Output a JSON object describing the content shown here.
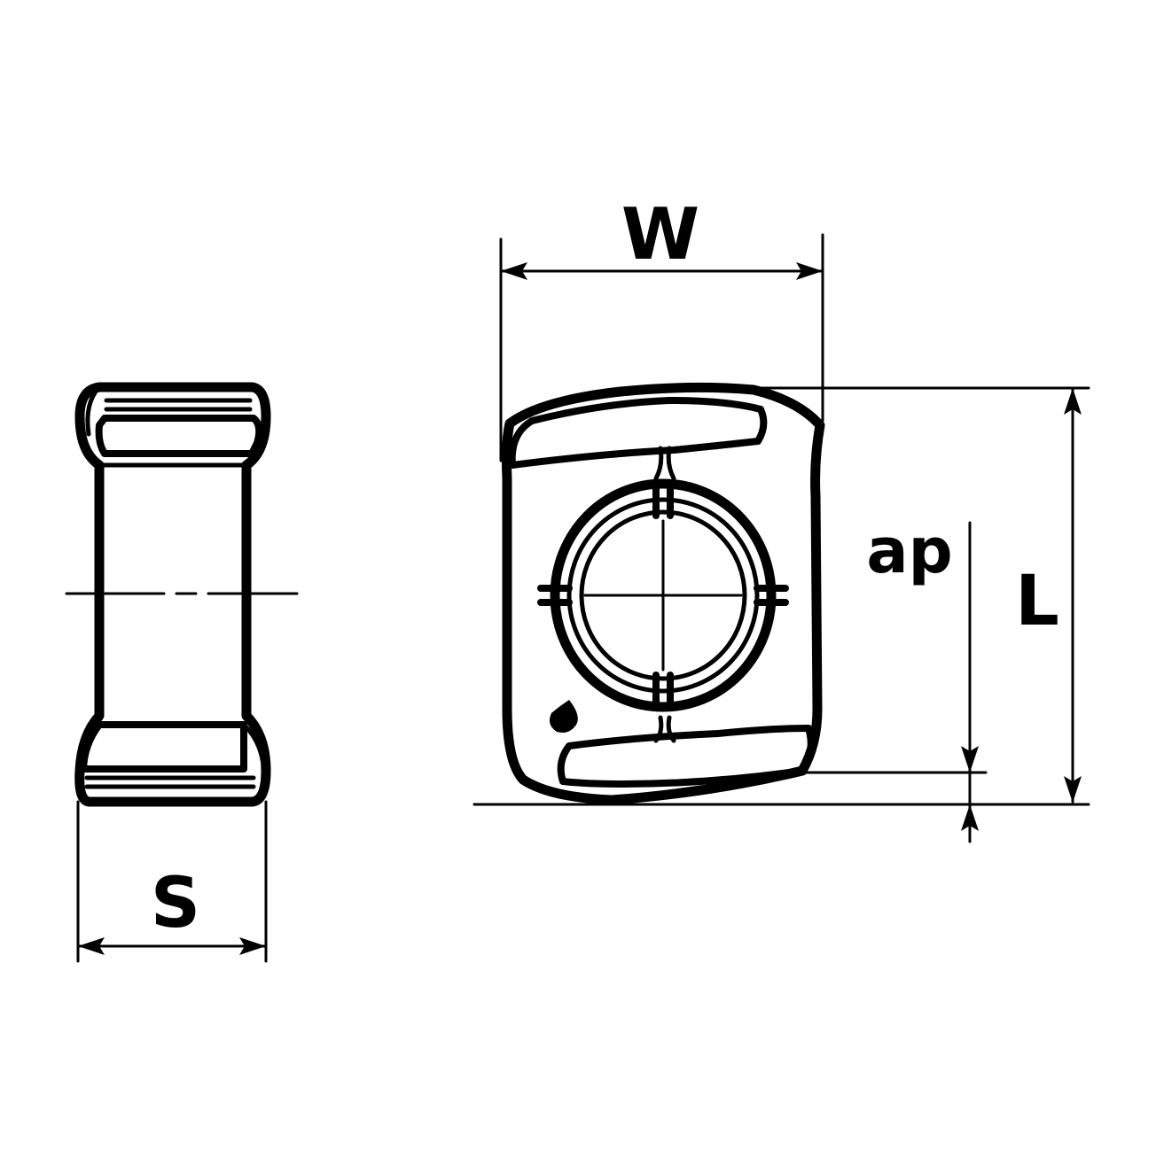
{
  "labels": {
    "width": "W",
    "length": "L",
    "depth": "ap",
    "thickness": "S"
  },
  "colors": {
    "line": "#000000",
    "background": "#ffffff"
  }
}
